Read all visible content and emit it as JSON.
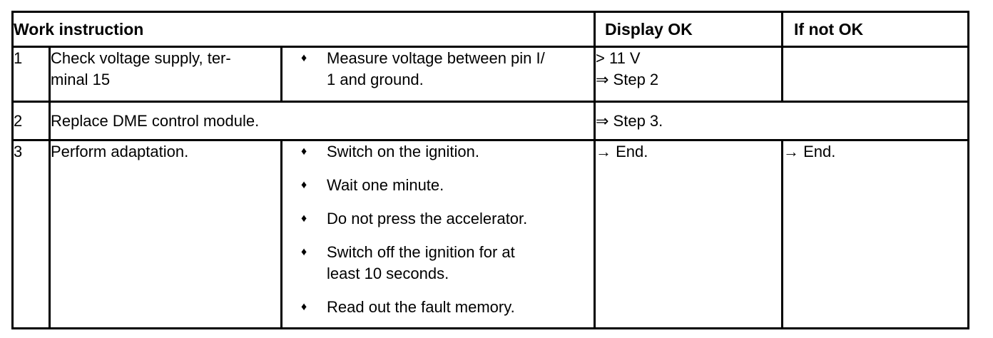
{
  "page": {
    "background_color": "#ffffff",
    "border_color": "#000000",
    "text_color": "#000000"
  },
  "icons": {
    "bullet": "♦",
    "double_arrow": "⇒",
    "arrow": "→"
  },
  "table": {
    "headers": {
      "work_instruction": "Work instruction",
      "display_ok": "Display OK",
      "if_not_ok": "If not OK"
    },
    "rows": [
      {
        "number": "1",
        "instruction_lines": [
          "Check voltage supply, ter-",
          "minal 15"
        ],
        "bullets": [
          [
            "Measure voltage between pin I/",
            "1 and ground."
          ]
        ],
        "display_ok_lines": [
          "> 11 V",
          "⇒ Step 2"
        ],
        "if_not_ok_lines": []
      },
      {
        "number": "2",
        "instruction_lines": [
          "Replace DME control module."
        ],
        "spanned_result": "⇒ Step 3."
      },
      {
        "number": "3",
        "instruction_lines": [
          "Perform adaptation."
        ],
        "bullets": [
          [
            "Switch on the ignition."
          ],
          [
            "Wait one minute."
          ],
          [
            "Do not press the accelerator."
          ],
          [
            "Switch off the ignition for at",
            "least 10 seconds."
          ],
          [
            "Read out the fault memory."
          ]
        ],
        "display_ok_lines": [
          "→ End."
        ],
        "if_not_ok_lines": [
          "→ End."
        ]
      }
    ]
  }
}
